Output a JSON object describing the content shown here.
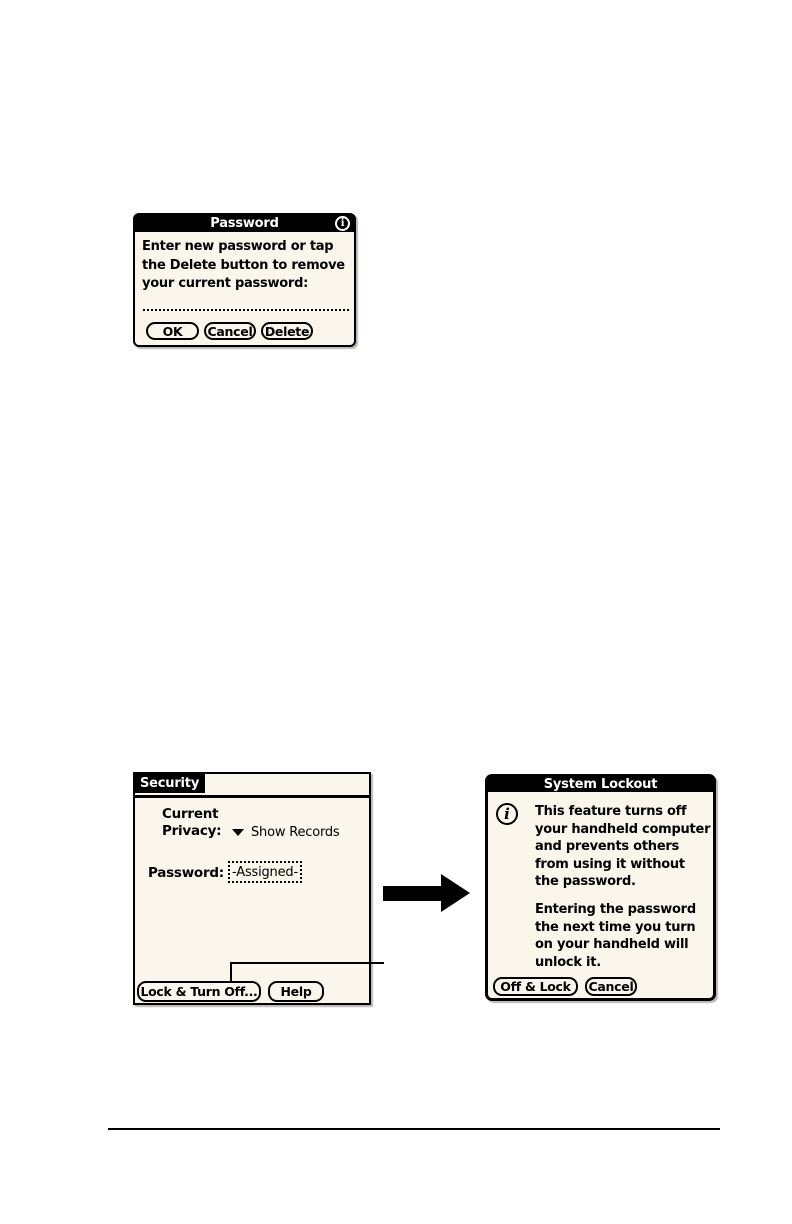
{
  "password_dialog": {
    "title": "Password",
    "info_icon_glyph": "i",
    "body_text": "Enter new password or tap\nthe Delete button to remove\nyour current password:",
    "ok_label": "OK",
    "cancel_label": "Cancel",
    "delete_label": "Delete"
  },
  "security_screen": {
    "title": "Security",
    "privacy_label": "Current\nPrivacy:",
    "privacy_value": "Show Records",
    "password_label": "Password:",
    "password_value": "-Assigned-",
    "lock_button_label": "Lock & Turn Off...",
    "help_button_label": "Help"
  },
  "system_lockout_dialog": {
    "title": "System Lockout",
    "info_icon_glyph": "i",
    "body_paragraph_1": "This feature turns off\nyour handheld computer\nand prevents others\nfrom using it without\nthe password.",
    "body_paragraph_2": "Entering the password\nthe next time you turn\non your handheld will\nunlock it.",
    "off_lock_label": "Off & Lock",
    "cancel_label": "Cancel"
  },
  "colors": {
    "screen_background": "#fbf6ec",
    "ink": "#000000",
    "page_background": "#ffffff"
  }
}
